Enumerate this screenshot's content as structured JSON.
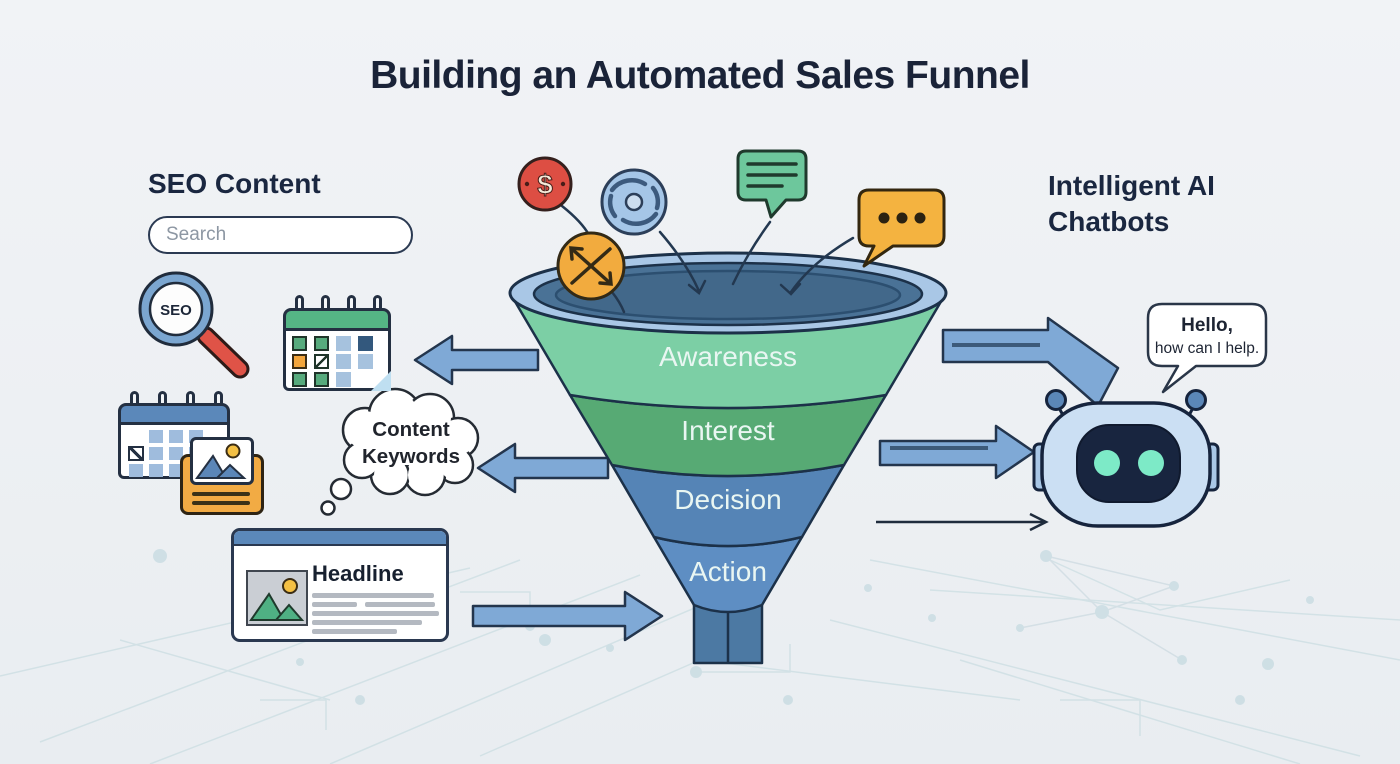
{
  "title": "Building an Automated Sales Funnel",
  "seo_section": {
    "heading": "SEO Content",
    "search_placeholder": "Search",
    "seo_label": "SEO",
    "thought_bubble_line1": "Content",
    "thought_bubble_line2": "Keywords",
    "article_headline": "Headline"
  },
  "funnel": {
    "stages": [
      {
        "label": "Awareness",
        "color": "#7ccfa5"
      },
      {
        "label": "Interest",
        "color": "#57aa74"
      },
      {
        "label": "Decision",
        "color": "#5584b6"
      },
      {
        "label": "Action",
        "color": "#5e8ec3"
      }
    ]
  },
  "chatbot_section": {
    "heading_line1": "Intelligent AI",
    "heading_line2": "Chatbots",
    "bubble_line1": "Hello,",
    "bubble_line2": "how can I help."
  },
  "top_icons": {
    "dollar_symbol": "$",
    "names": [
      "dollar-icon",
      "shuffle-arrows-icon",
      "sync-icon",
      "message-lines-icon",
      "message-dots-icon"
    ]
  },
  "colors": {
    "background": "#eef1f4",
    "heading_text": "#1a2338",
    "arrow_blue": "#7fa9d6",
    "funnel_rim": "#a9c7e6",
    "funnel_mouth": "#4a7296",
    "robot_head": "#cbdff3",
    "robot_face": "#18253f",
    "robot_eyes": "#7deac7",
    "accent_red": "#dd4e43",
    "accent_orange": "#f2ab3e",
    "accent_green": "#6dc79c"
  }
}
